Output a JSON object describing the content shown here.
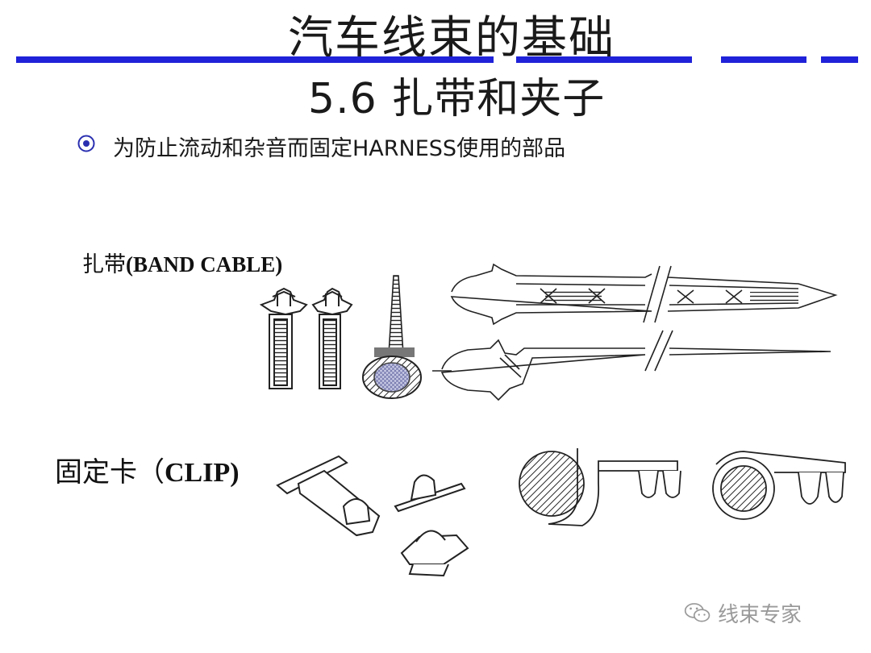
{
  "header": {
    "title": "汽车线束的基础",
    "subtitle": "5.6 扎带和夹子",
    "accent_color": "#1f22d8"
  },
  "content": {
    "bullet_icon": "circle-dot-bullet",
    "bullet_text": "为防止流动和杂音而固定HARNESS使用的部品",
    "band_label_cn": "扎带",
    "band_label_en": "(BAND CABLE)",
    "clip_label_cn": "固定卡（",
    "clip_label_en": "CLIP)"
  },
  "watermark": {
    "icon": "wechat-icon",
    "text": "线束专家"
  }
}
